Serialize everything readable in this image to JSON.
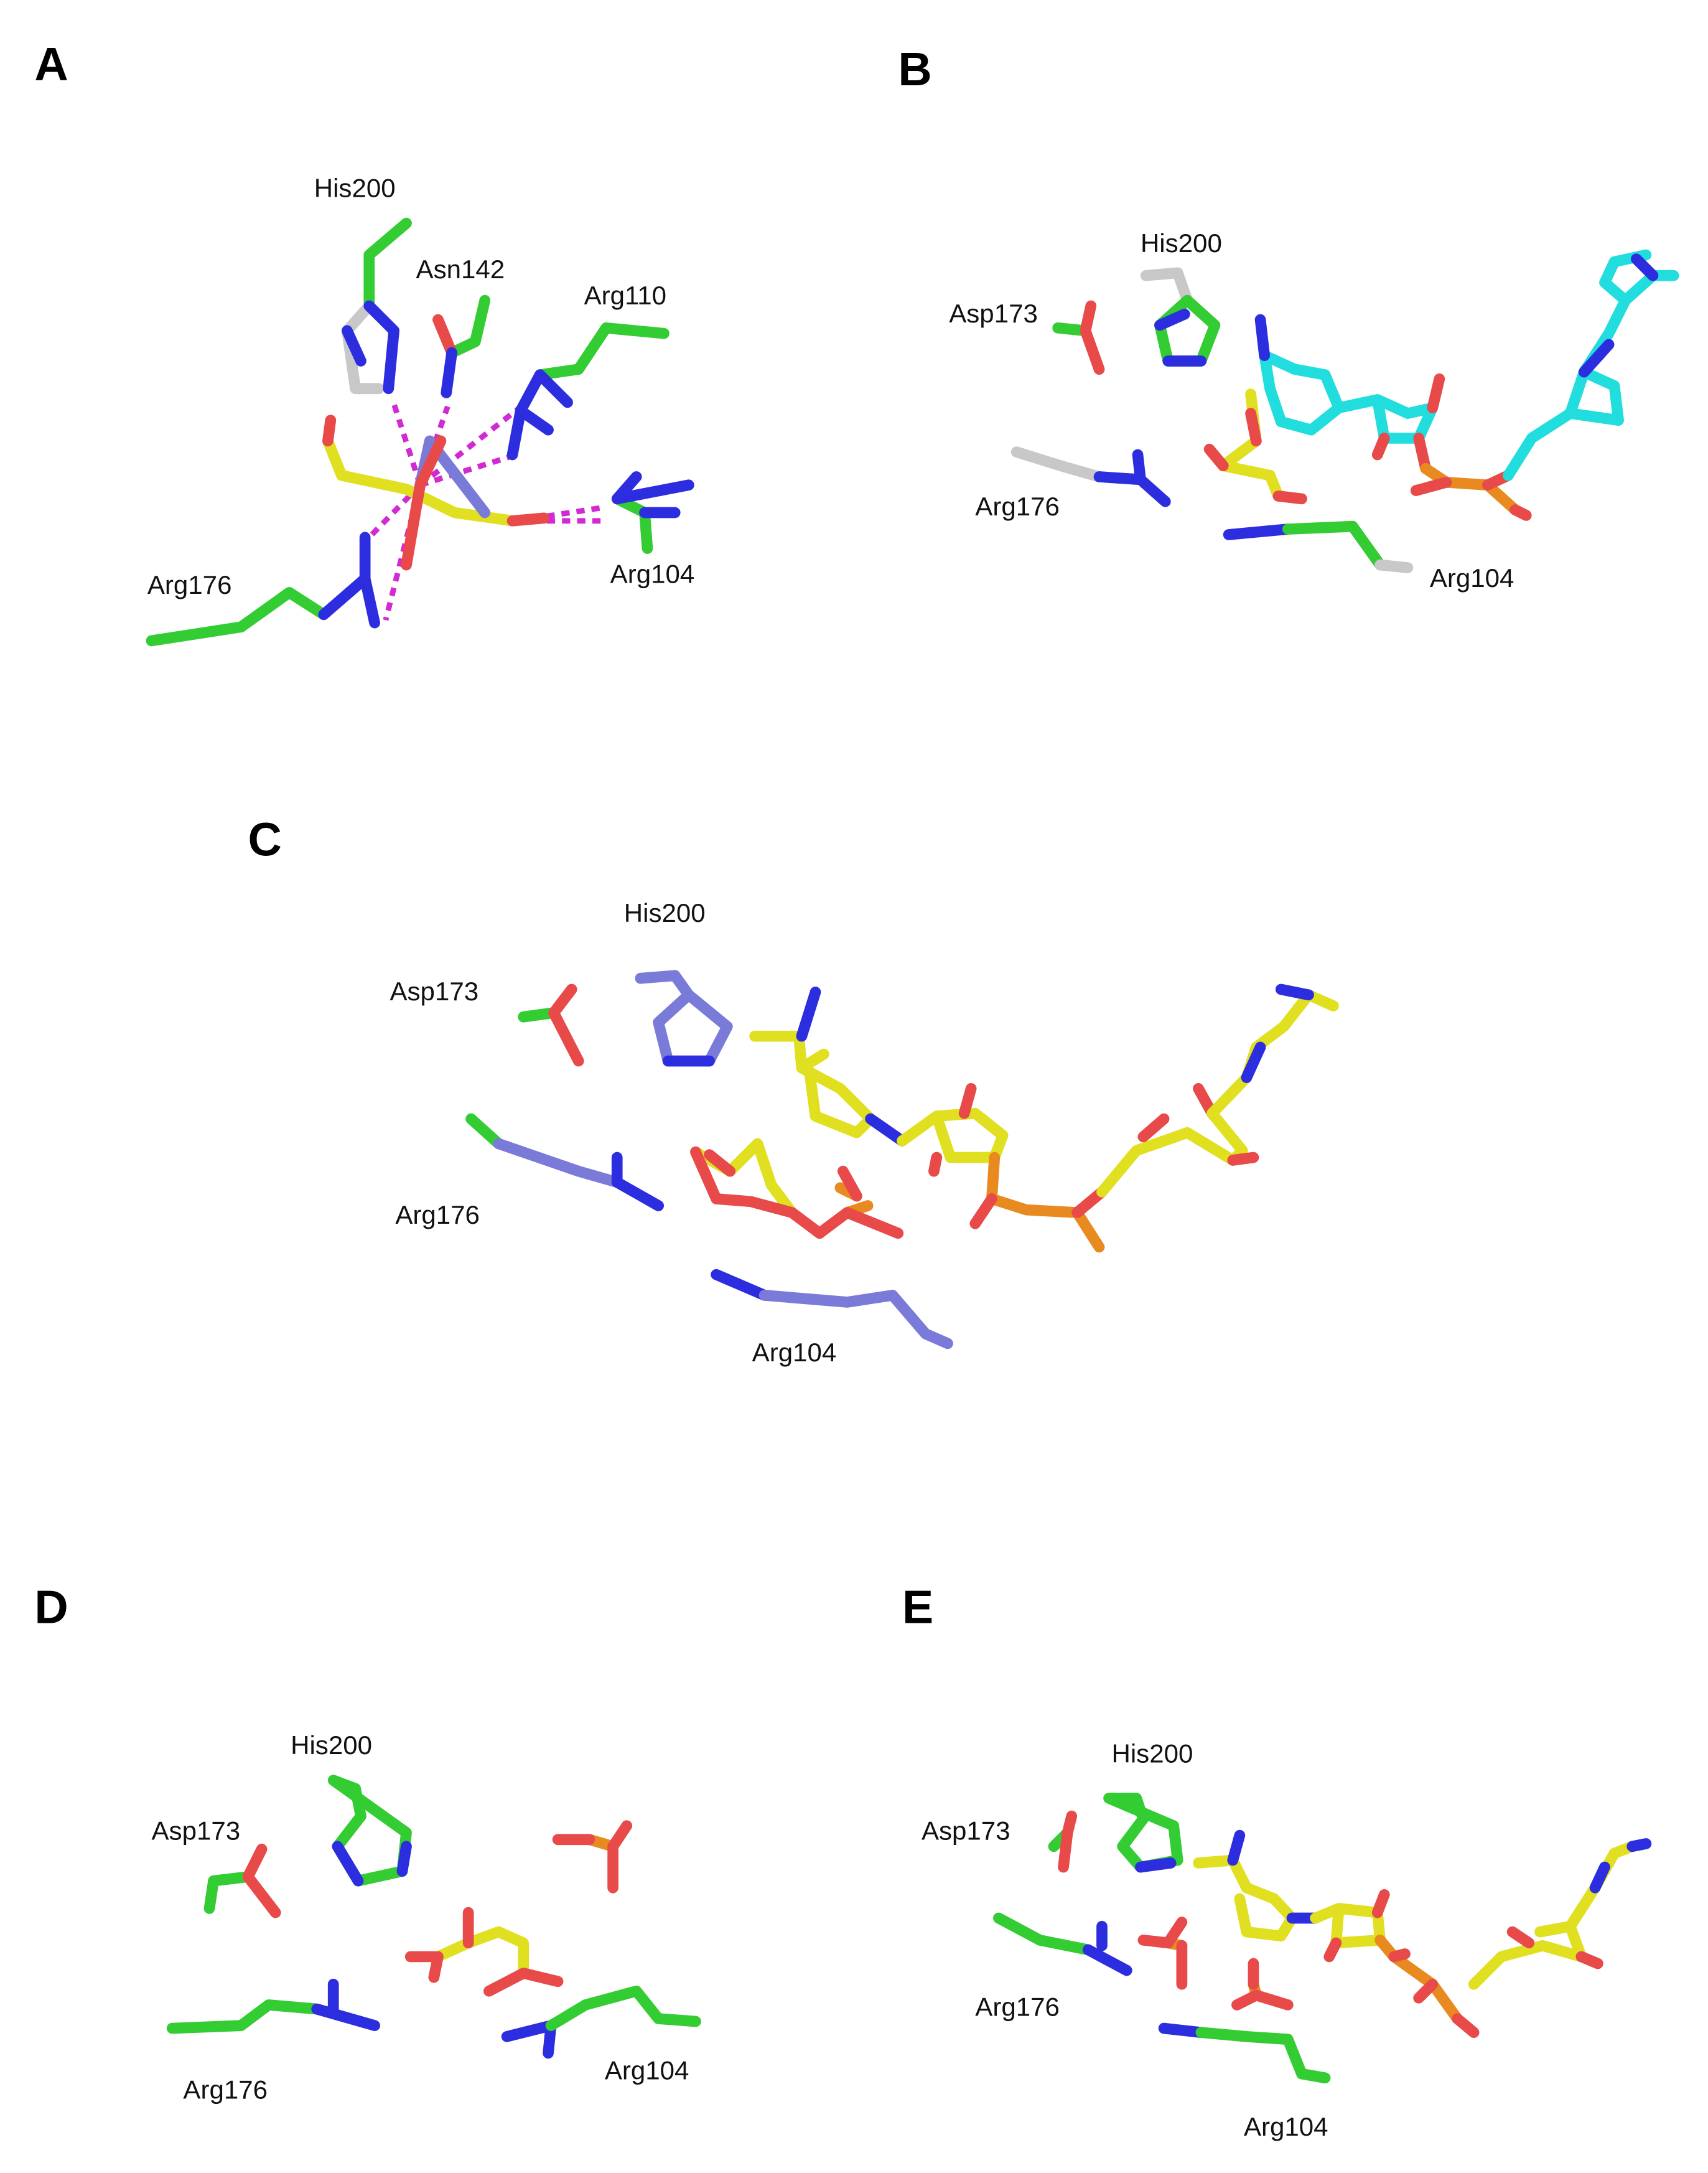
{
  "panels": [
    {
      "letter": "A",
      "labels": [
        "His200",
        "Asn142",
        "Arg110",
        "Arg176",
        "Arg104"
      ]
    },
    {
      "letter": "B",
      "labels": [
        "His200",
        "Asp173",
        "Arg176",
        "Arg104"
      ]
    },
    {
      "letter": "C",
      "labels": [
        "His200",
        "Asp173",
        "Arg176",
        "Arg104"
      ]
    },
    {
      "letter": "D",
      "labels": [
        "His200",
        "Asp173",
        "Arg176",
        "Arg104"
      ]
    },
    {
      "letter": "E",
      "labels": [
        "His200",
        "Asp173",
        "Arg176",
        "Arg104"
      ]
    }
  ],
  "colors": {
    "carbon_protein": "#33cc33",
    "nitrogen": "#2d2de0",
    "oxygen": "#e84a4a",
    "ligand_carbon": "#e0e020",
    "nad_carbon_B": "#22dddd",
    "reference_carbon": "#c8c8c8",
    "slate_carbon": "#7a7ad8",
    "phosphorus": "#e88a20",
    "hbond": "#d22ad2"
  }
}
